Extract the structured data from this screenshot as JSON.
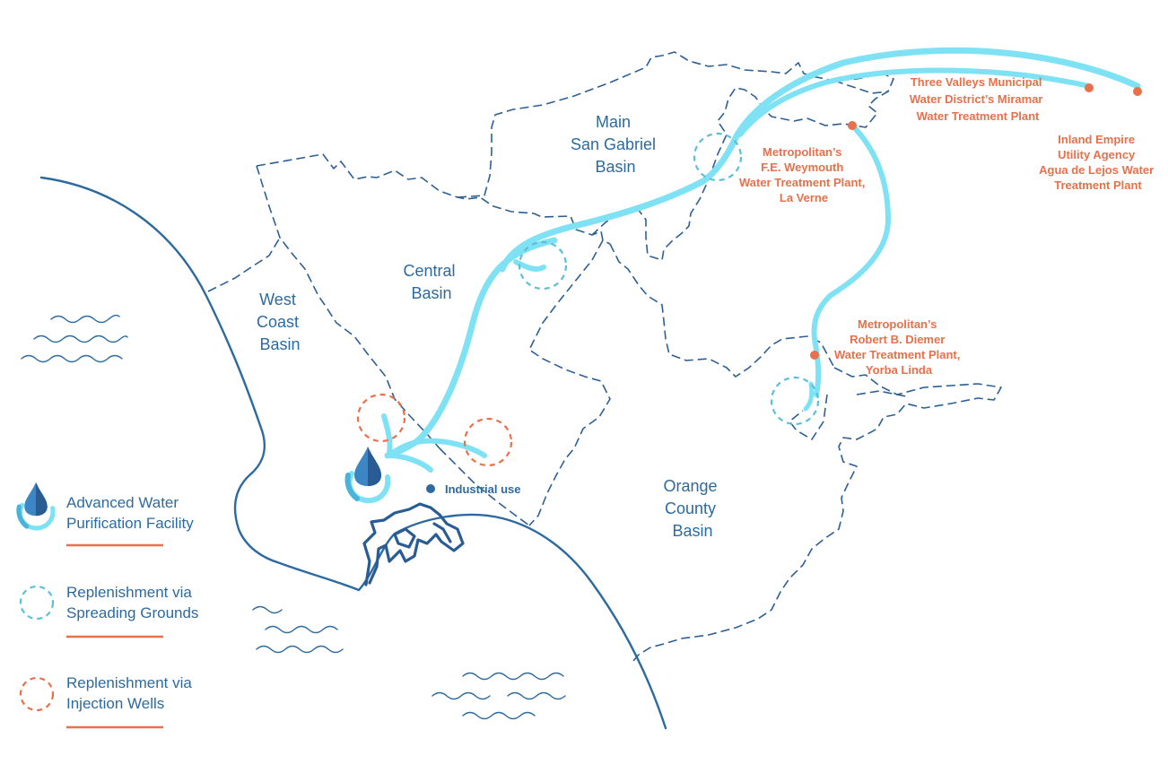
{
  "basins": {
    "main_san_gabriel": [
      "Main",
      "San Gabriel",
      "Basin"
    ],
    "central": [
      "Central",
      "Basin"
    ],
    "west_coast": [
      "West",
      "Coast",
      "Basin"
    ],
    "orange_county": [
      "Orange",
      "County",
      "Basin"
    ]
  },
  "plants": {
    "three_valleys": [
      "Three Valleys Municipal",
      "Water District’s Miramar",
      "Water Treatment Plant"
    ],
    "inland_empire": [
      "Inland Empire",
      "Utility Agency",
      "Agua de Lejos Water",
      "Treatment Plant"
    ],
    "weymouth": [
      "Metropolitan’s",
      "F.E. Weymouth",
      "Water Treatment Plant,",
      "La Verne"
    ],
    "diemer": [
      "Metropolitan’s",
      "Robert B. Diemer",
      "Water Treatment Plant,",
      "Yorba Linda"
    ]
  },
  "industrial_use": "Industrial use",
  "legend": {
    "facility": [
      "Advanced Water",
      "Purification Facility"
    ],
    "spreading": [
      "Replenishment via",
      "Spreading Grounds"
    ],
    "injection": [
      "Replenishment via",
      "Injection Wells"
    ]
  },
  "icons": {
    "facility": "water-drop-recycle-icon",
    "spreading": "dashed-circle-icon",
    "injection": "dashed-circle-icon"
  },
  "colors": {
    "basin_text": "#2d6a9f",
    "plant_text": "#e8704a",
    "flow": "#7fe2f4",
    "spreading": "#5bbfd8",
    "injection": "#e8704a",
    "boundary": "#2d5f95"
  }
}
